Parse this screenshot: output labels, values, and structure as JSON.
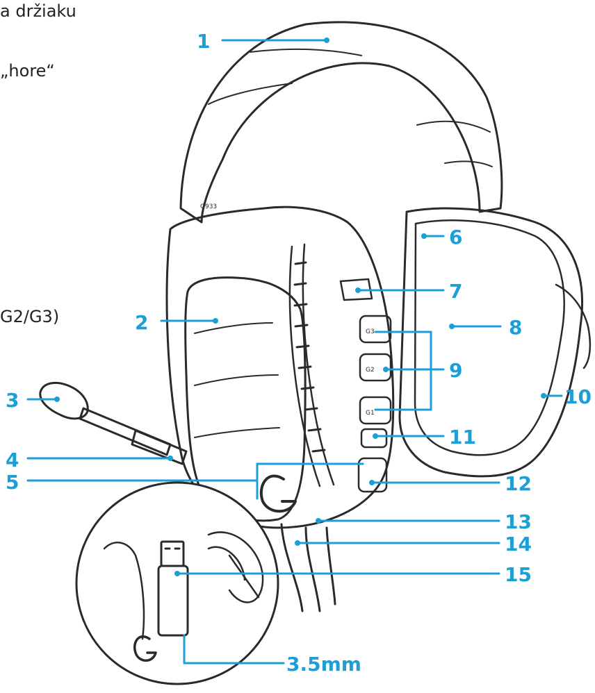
{
  "text_fragments": [
    "a držiaku",
    "„hore“",
    "G2/G3)"
  ],
  "model_label": "G933",
  "button_labels": {
    "g3": "G3",
    "g2": "G2",
    "g1": "G1"
  },
  "callouts": [
    "1",
    "2",
    "3",
    "4",
    "5",
    "6",
    "7",
    "8",
    "9",
    "10",
    "11",
    "12",
    "13",
    "14",
    "15"
  ],
  "jack_label": "3.5mm",
  "colors": {
    "callout": "#1b9fd6",
    "line_art": "#2a2a2a"
  }
}
